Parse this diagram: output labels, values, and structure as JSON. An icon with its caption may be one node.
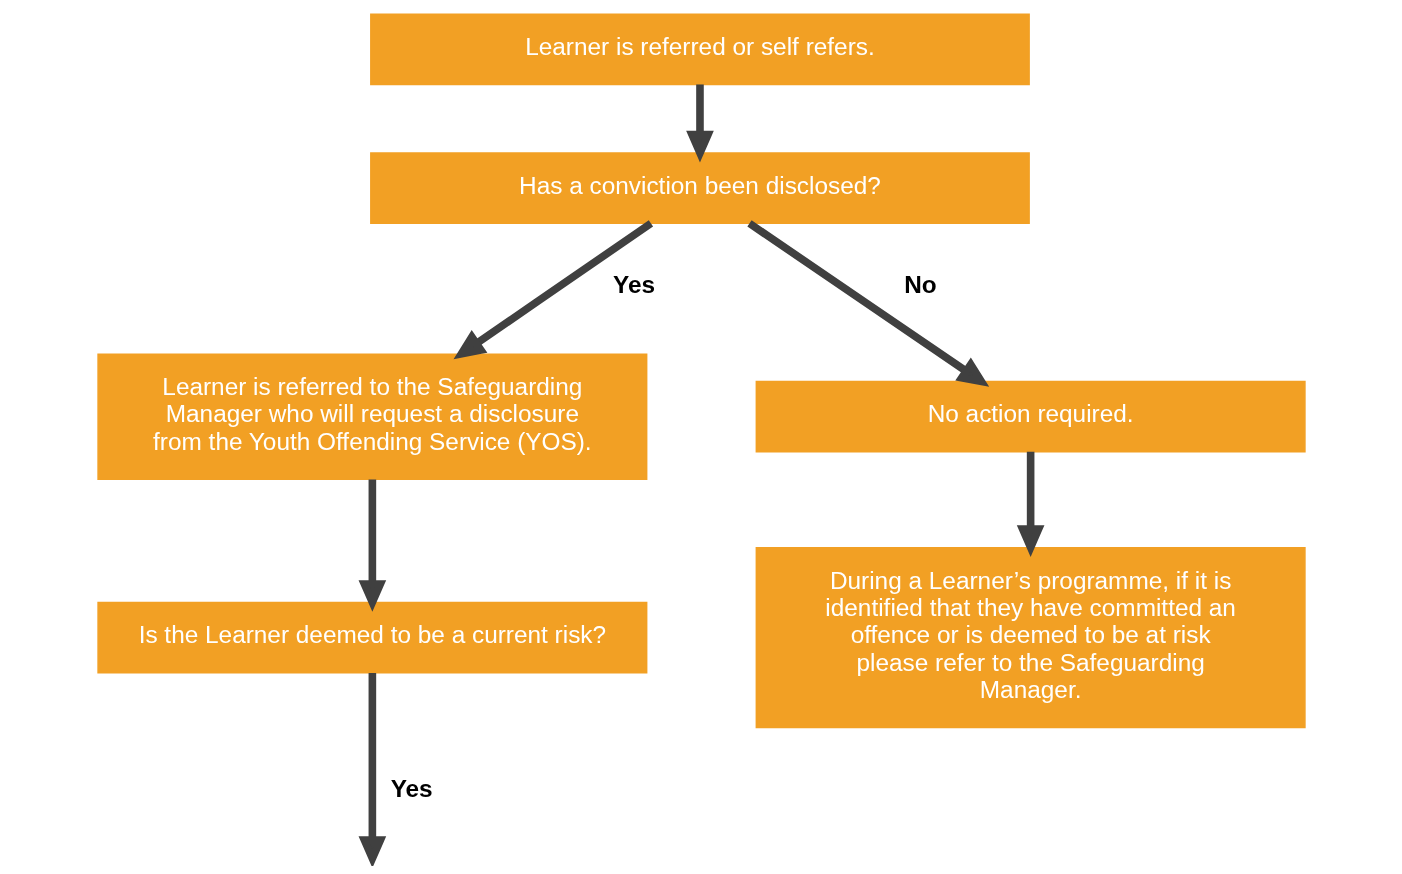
{
  "diagram": {
    "nodes": [
      {
        "text": [
          "Learner is referred or self refers."
        ]
      },
      {
        "text": [
          "Has a conviction been disclosed?"
        ]
      },
      {
        "text": [
          "Learner is referred to the Safeguarding Manager who will request a disclosure from the Youth Offending Service (YOS)."
        ]
      },
      {
        "text": [
          "No action required."
        ]
      },
      {
        "text": [
          "Is the Learner deemed to be a current risk?"
        ]
      },
      {
        "text": [
          "During a Learner’s programme, if it is identified that they have committed an offence or is deemed to be at risk please refer to the Safeguarding Manager."
        ]
      }
    ],
    "edges": [
      {
        "from": 0,
        "to": 1,
        "arrow": "to"
      },
      {
        "from": 1,
        "to": 2,
        "arrow": "to",
        "label": "Yes"
      },
      {
        "from": 1,
        "to": 3,
        "arrow": "to",
        "label": "No"
      },
      {
        "from": 2,
        "to": 4,
        "arrow": "to"
      },
      {
        "from": 3,
        "to": 5,
        "arrow": "to"
      },
      {
        "from": 4,
        "to": null,
        "arrow": "to",
        "label": "Yes"
      }
    ]
  }
}
